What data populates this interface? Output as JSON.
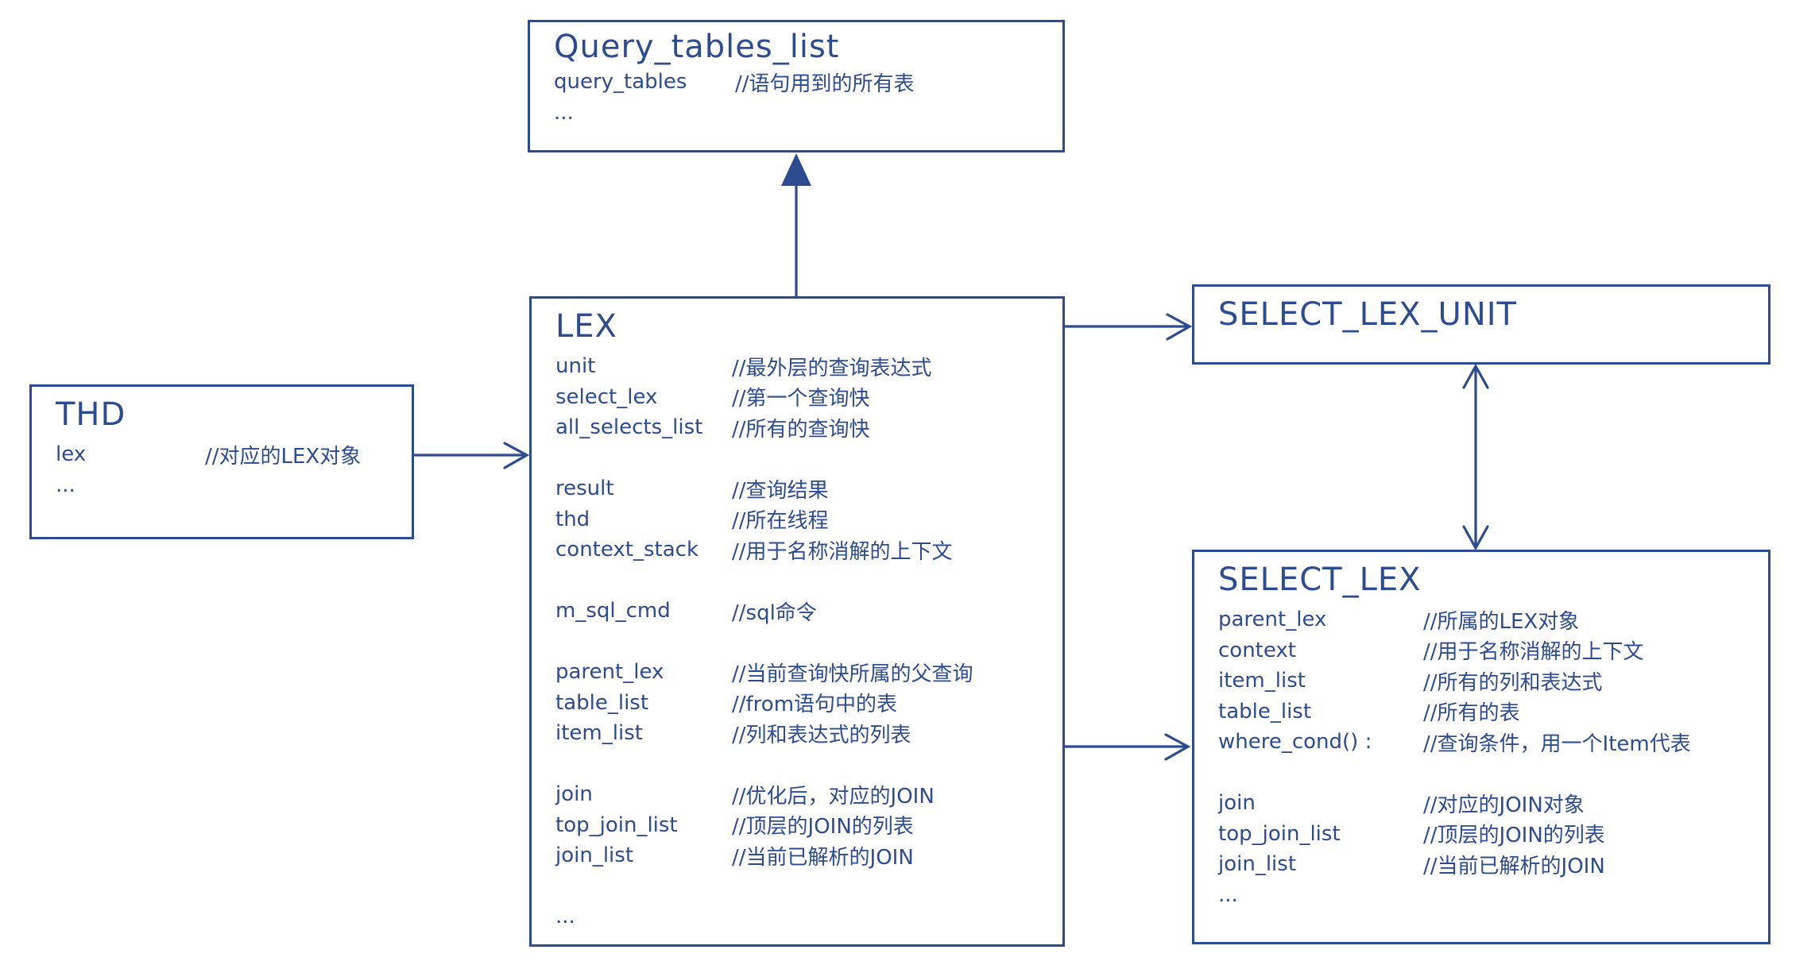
{
  "page": {
    "background": "#ffffff",
    "ink_color": "#2d4b90"
  },
  "boxes": {
    "query_tables_list": {
      "title": "Query_tables_list",
      "rows": [
        {
          "name": "query_tables",
          "comment": "//语句用到的所有表"
        },
        {
          "name": "...",
          "comment": ""
        }
      ]
    },
    "thd": {
      "title": "THD",
      "rows": [
        {
          "name": "lex",
          "comment": "//对应的LEX对象"
        },
        {
          "name": "...",
          "comment": ""
        }
      ]
    },
    "lex": {
      "title": "LEX",
      "rows": [
        {
          "name": "unit",
          "comment": "//最外层的查询表达式"
        },
        {
          "name": "select_lex",
          "comment": "//第一个查询快"
        },
        {
          "name": "all_selects_list",
          "comment": "//所有的查询快"
        },
        {
          "blank": true
        },
        {
          "name": "result",
          "comment": "//查询结果"
        },
        {
          "name": "thd",
          "comment": "//所在线程"
        },
        {
          "name": "context_stack",
          "comment": "//用于名称消解的上下文"
        },
        {
          "blank": true
        },
        {
          "name": "m_sql_cmd",
          "comment": "//sql命令"
        },
        {
          "blank": true
        },
        {
          "name": "parent_lex",
          "comment": "//当前查询快所属的父查询"
        },
        {
          "name": "table_list",
          "comment": "//from语句中的表"
        },
        {
          "name": "item_list",
          "comment": "//列和表达式的列表"
        },
        {
          "blank": true
        },
        {
          "name": "join",
          "comment": "//优化后，对应的JOIN"
        },
        {
          "name": "top_join_list",
          "comment": "//顶层的JOIN的列表"
        },
        {
          "name": "join_list",
          "comment": "//当前已解析的JOIN"
        },
        {
          "blank": true
        },
        {
          "name": "...",
          "comment": ""
        }
      ]
    },
    "select_lex_unit": {
      "title": "SELECT_LEX_UNIT",
      "rows": []
    },
    "select_lex": {
      "title": "SELECT_LEX",
      "rows": [
        {
          "name": "parent_lex",
          "comment": "//所属的LEX对象"
        },
        {
          "name": "context",
          "comment": "//用于名称消解的上下文"
        },
        {
          "name": "item_list",
          "comment": "//所有的列和表达式"
        },
        {
          "name": "table_list",
          "comment": "//所有的表"
        },
        {
          "name": "where_cond() :",
          "comment": "//查询条件，用一个Item代表"
        },
        {
          "blank": true
        },
        {
          "name": "join",
          "comment": "//对应的JOIN对象"
        },
        {
          "name": "top_join_list",
          "comment": "//顶层的JOIN的列表"
        },
        {
          "name": "join_list",
          "comment": "//当前已解析的JOIN"
        },
        {
          "name": "...",
          "comment": ""
        }
      ]
    }
  },
  "arrows": [
    {
      "from": "LEX",
      "to": "Query_tables_list",
      "head": "filled-triangle",
      "direction": "up"
    },
    {
      "from": "THD",
      "to": "LEX",
      "head": "open",
      "direction": "right"
    },
    {
      "from": "LEX",
      "to": "SELECT_LEX_UNIT",
      "head": "open",
      "direction": "right"
    },
    {
      "from": "LEX",
      "to": "SELECT_LEX",
      "head": "open",
      "direction": "right"
    },
    {
      "from": "SELECT_LEX_UNIT",
      "to": "SELECT_LEX",
      "head": "open-both-ends",
      "direction": "vertical"
    }
  ]
}
